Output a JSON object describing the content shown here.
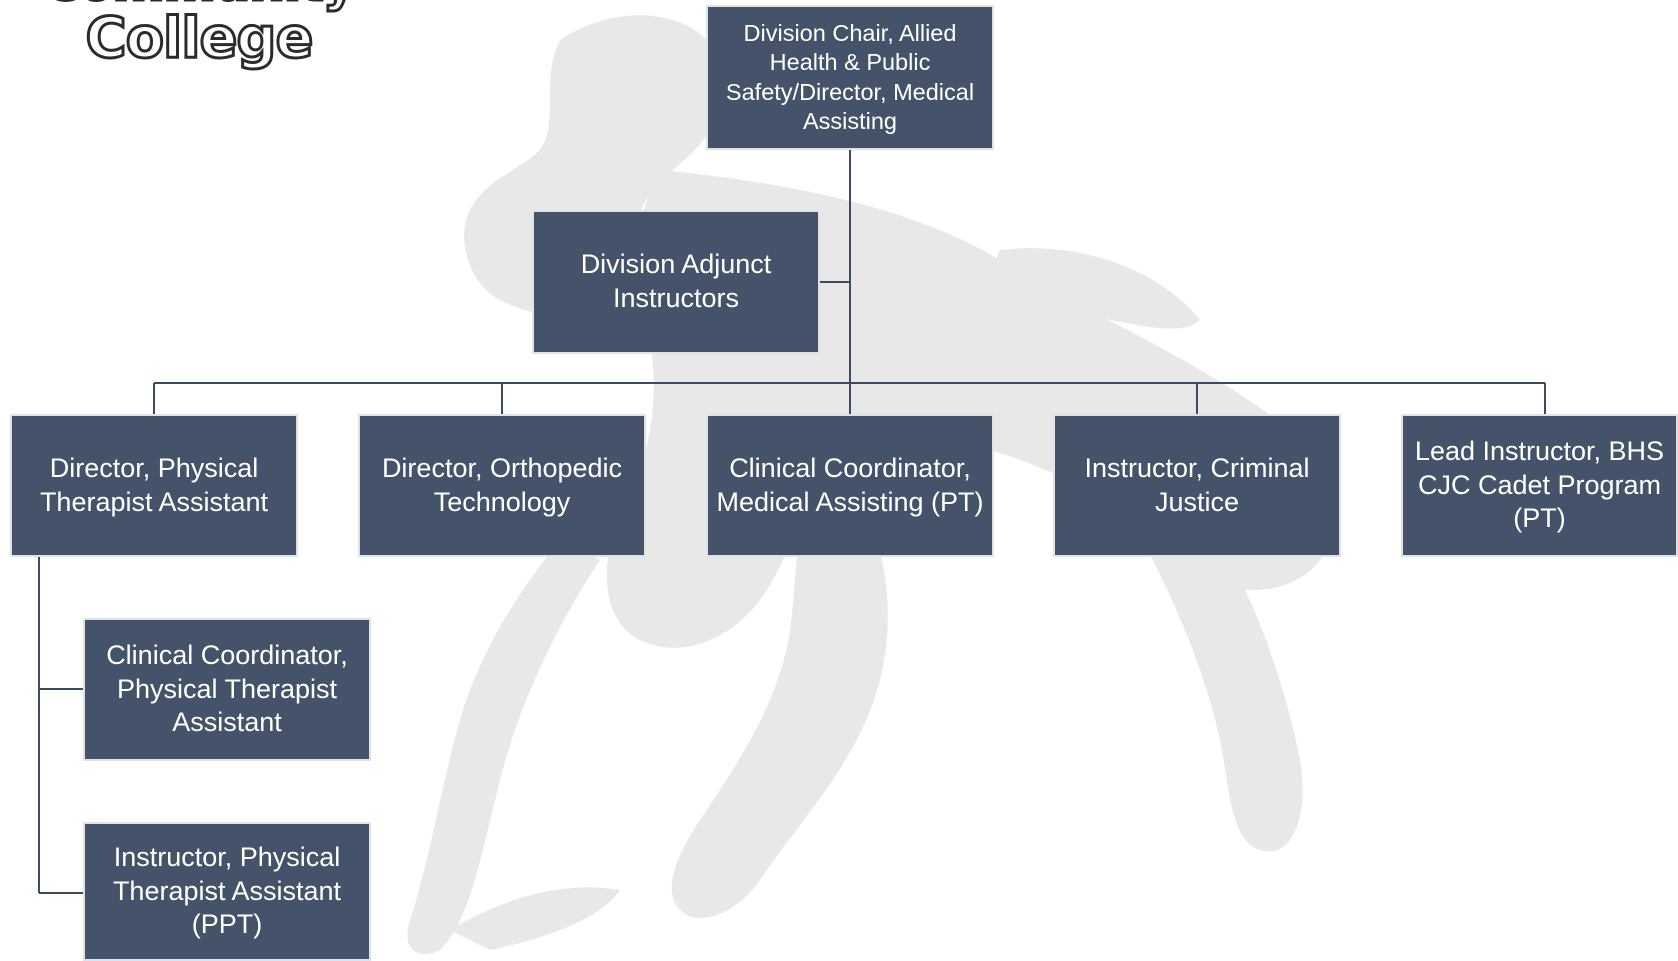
{
  "logo": {
    "line1": "Community",
    "line2": "College"
  },
  "colors": {
    "node_fill": "#44536a",
    "node_border": "#dfe3e8",
    "connector": "#3d4b60",
    "watermark": "#e7e7e7"
  },
  "nodes": {
    "chair": "Division Chair, Allied Health & Public Safety/Director, Medical Assisting",
    "adjunct": "Division Adjunct Instructors",
    "pta_director": "Director, Physical Therapist Assistant",
    "ortho_director": "Director, Orthopedic Technology",
    "ma_clinical": "Clinical Coordinator, Medical Assisting (PT)",
    "cj_instructor": "Instructor, Criminal Justice",
    "bhs_lead": "Lead Instructor, BHS CJC Cadet Program (PT)",
    "pta_clinical": "Clinical Coordinator, Physical Therapist Assistant",
    "pta_instructor": "Instructor, Physical Therapist Assistant (PPT)"
  }
}
